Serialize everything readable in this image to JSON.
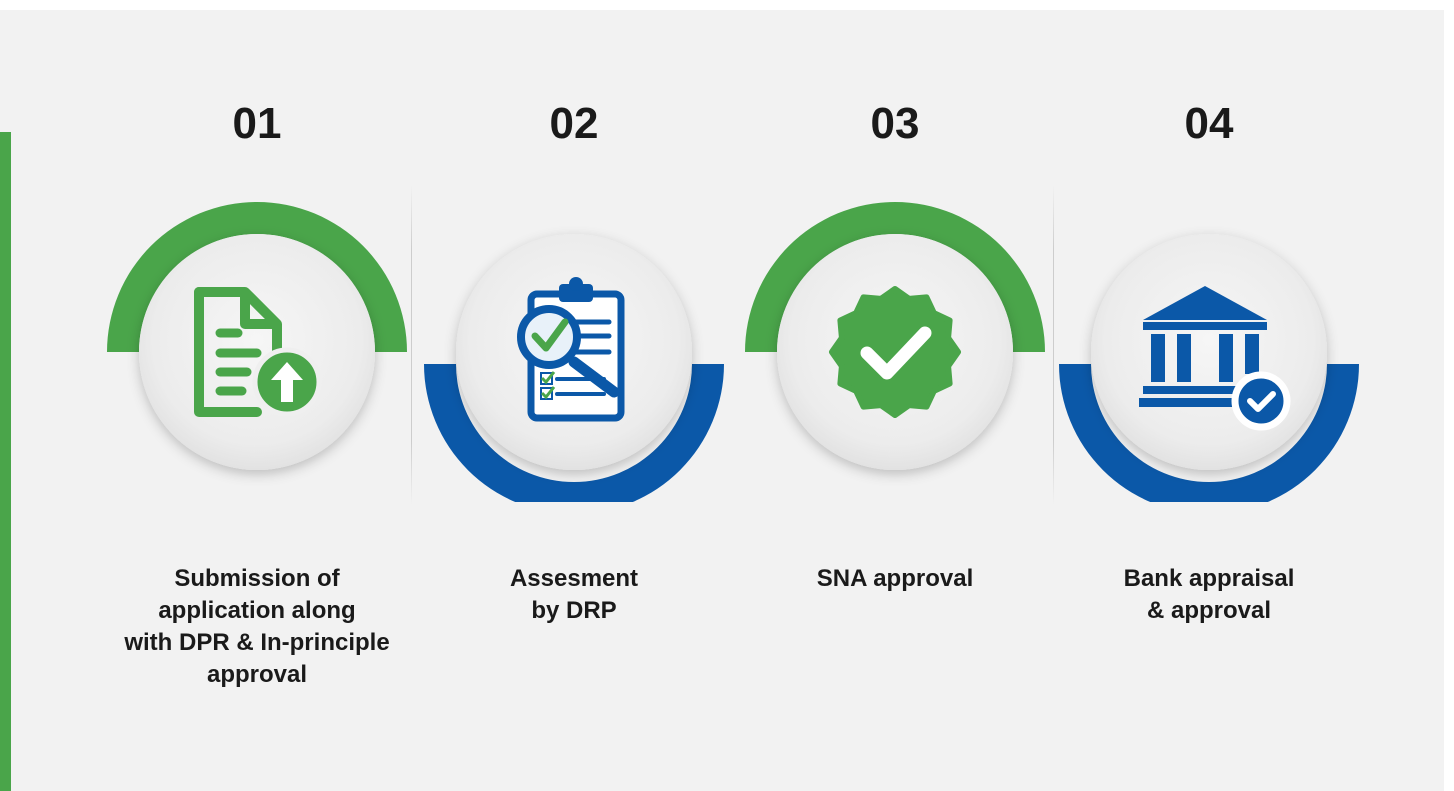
{
  "colors": {
    "green": "#4aa54a",
    "blue": "#0b58a8",
    "background": "#f2f2f2",
    "text": "#1a1a1a"
  },
  "steps": [
    {
      "number": "01",
      "label": "Submission of\napplication along\nwith DPR & In-principle\napproval",
      "arc_color": "green",
      "arc_position": "top",
      "icon": "document-upload-icon"
    },
    {
      "number": "02",
      "label": "Assesment\nby DRP",
      "arc_color": "blue",
      "arc_position": "bottom",
      "icon": "clipboard-checklist-magnifier-icon"
    },
    {
      "number": "03",
      "label": "SNA approval",
      "arc_color": "green",
      "arc_position": "top",
      "icon": "verified-badge-check-icon"
    },
    {
      "number": "04",
      "label": "Bank appraisal\n& approval",
      "arc_color": "blue",
      "arc_position": "bottom",
      "icon": "bank-building-check-icon"
    }
  ]
}
